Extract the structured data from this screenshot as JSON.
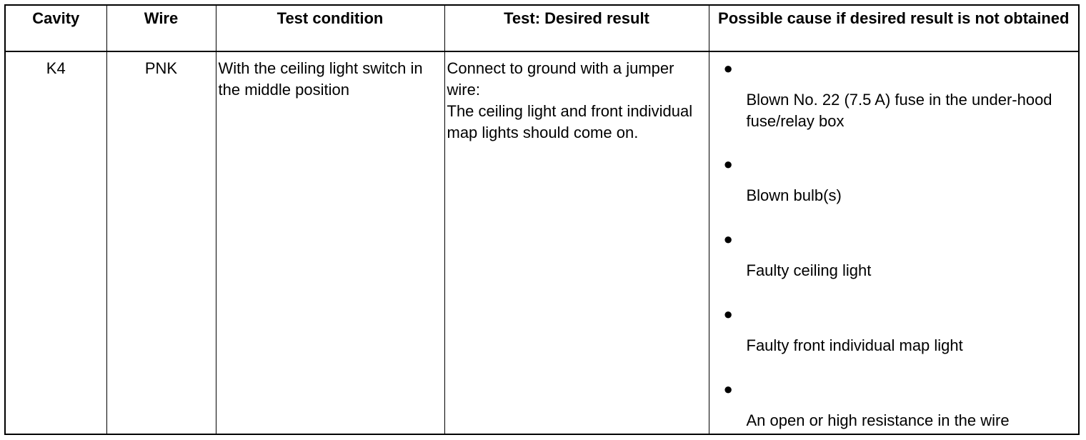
{
  "table": {
    "headers": {
      "cavity": "Cavity",
      "wire": "Wire",
      "test_condition": "Test condition",
      "desired_result": "Test: Desired result",
      "possible_cause": "Possible cause if desired result is not obtained"
    },
    "rows": [
      {
        "cavity": "K4",
        "wire": "PNK",
        "test_condition": "With the ceiling light switch in the middle position",
        "desired_result": {
          "line1": "Connect to ground with a jumper wire:",
          "line2": "The ceiling light and front individual map lights should come on."
        },
        "causes": [
          "Blown No. 22 (7.5 A) fuse in the under-hood fuse/relay box",
          "Blown bulb(s)",
          "Faulty ceiling light",
          "Faulty front individual map light",
          "An open or high resistance in the wire"
        ]
      }
    ]
  }
}
